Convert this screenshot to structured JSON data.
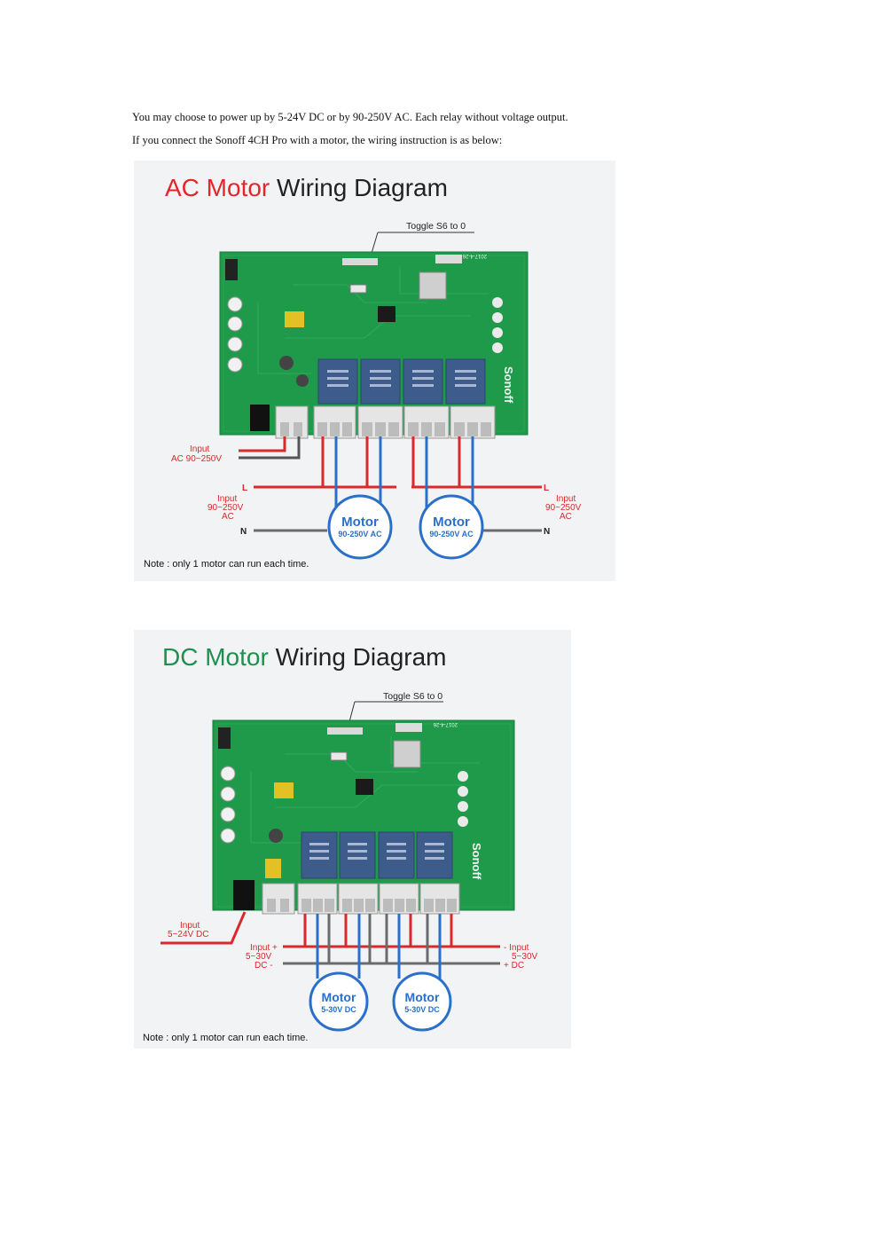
{
  "paragraphs": [
    "You may choose to power up by 5-24V DC or by 90-250V AC. Each relay without voltage output.",
    "If you connect the Sonoff 4CH Pro with a motor, the wiring instruction is as below:"
  ],
  "ac_diagram": {
    "title_accent": "AC Motor",
    "title_rest": " Wiring Diagram",
    "toggle": "Toggle S6 to 0",
    "board_top_text": "2017-4-26",
    "board_brand": "Sonoff",
    "input_line1": "Input",
    "input_line2": "AC 90~250V",
    "left_input_1": "Input",
    "left_input_2": "90~250V",
    "left_input_3": "AC",
    "right_input_1": "Input",
    "right_input_2": "90~250V",
    "right_input_3": "AC",
    "L": "L",
    "N": "N",
    "motor1_name": "Motor",
    "motor1_rating": "90-250V AC",
    "motor2_name": "Motor",
    "motor2_rating": "90-250V AC",
    "note": "Note : only 1 motor can run each time.",
    "colors": {
      "accent": "#e3262b",
      "wire_red": "#d82a2a",
      "wire_blue": "#2a6fc9",
      "wire_grey": "#6b6b6b",
      "pcb": "#1f9a4a"
    }
  },
  "dc_diagram": {
    "title_accent": "DC Motor",
    "title_rest": " Wiring Diagram",
    "toggle": "Toggle S6 to 0",
    "board_top_text": "2017-4-26",
    "board_brand": "Sonoff",
    "input_line1": "Input",
    "input_line2": "5~24V  DC",
    "left_input_1": "Input +",
    "left_input_2": "5~30V",
    "left_input_3": "DC   -",
    "right_input_1": "-   Input",
    "right_input_2": "5~30V",
    "right_input_3": "+   DC",
    "motor1_name": "Motor",
    "motor1_rating": "5-30V DC",
    "motor2_name": "Motor",
    "motor2_rating": "5-30V DC",
    "note": "Note : only 1 motor can run each time.",
    "colors": {
      "accent": "#1e8f4e",
      "wire_red": "#d82a2a",
      "wire_blue": "#2a6fc9",
      "wire_grey": "#6b6b6b",
      "pcb": "#1f9a4a"
    }
  }
}
